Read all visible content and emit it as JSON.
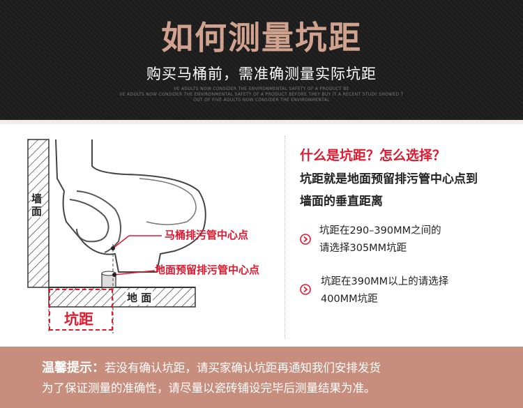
{
  "header": {
    "title": "如何测量坑距",
    "subtitle": "购买马桶前，需准确测量实际坑距",
    "fine_print": [
      "VE ADULTS NOW CONSIDER THE ENVIRONMENTAL SAFETY OF A PRODUCT BE",
      "VE ADULTS NOW CONSIDER THE ENVIRONMENTAL SAFETY OF A PRODUCT BEFORE THEY BUY IT A RECENT STUDY SHOWED T",
      "OUT OF FIVE ADULTS NOW CONSIDER THE ENVIRONMENTAL"
    ]
  },
  "diagram": {
    "wall_label": "墙\n面",
    "toilet_drain_label": "马桶排污管中心点",
    "floor_drain_label": "地面预留排污管中心点",
    "floor_label": "地 面",
    "rough_in_label": "坑距"
  },
  "info": {
    "question": "什么是坑距？怎么选择？",
    "definition_line1": "坑距就是地面预留排污管中心点到",
    "definition_line2": "墙面的垂直距离",
    "tips": [
      {
        "line1": "坑距在290–390MM之间的",
        "line2": "请选择305MM坑距",
        "icon": "chevron-right-icon"
      },
      {
        "line1": "坑距在390MM以上的请选择",
        "line2": "400MM坑距",
        "icon": "chevron-right-icon"
      }
    ]
  },
  "footer": {
    "label": "温馨提示：",
    "line1_text": "若没有确认坑距，请买家确认坑距再通知我们安排发货",
    "line2_text": "为了保证测量的准确性，请尽量以瓷砖铺设完毕后测量结果为准。"
  },
  "colors": {
    "header_bg": "#1c1c1c",
    "title": "#d1a38f",
    "accent_red": "#e1192f",
    "footer_bg": "#c88e7d"
  }
}
